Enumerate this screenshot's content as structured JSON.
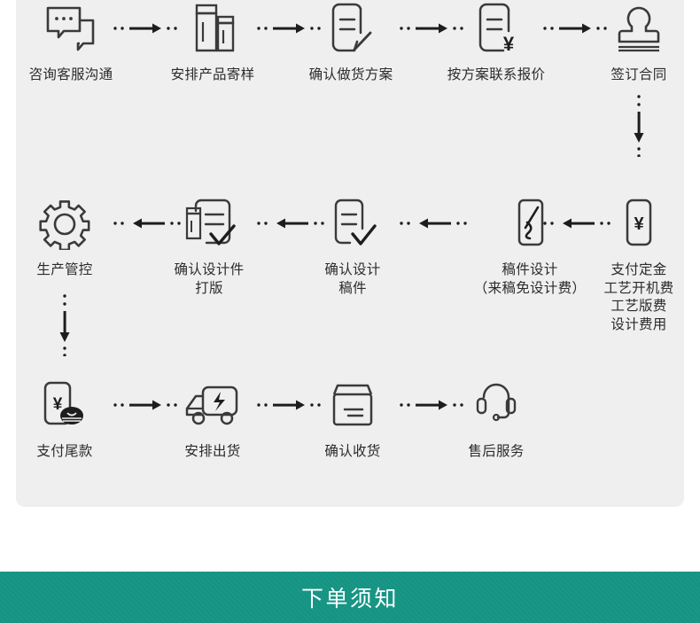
{
  "panel": {
    "background_color": "#efefef",
    "row1": {
      "steps": [
        {
          "icon": "chat-bubbles-icon",
          "label": "咨询客服沟通"
        },
        {
          "icon": "sample-bottles-icon",
          "label": "安排产品寄样"
        },
        {
          "icon": "document-pen-icon",
          "label": "确认做货方案"
        },
        {
          "icon": "document-yen-icon",
          "label": "按方案联系报价"
        },
        {
          "icon": "stamp-icon",
          "label": "签订合同"
        }
      ],
      "connectors": [
        "arrow-right-dotted",
        "arrow-right-dotted",
        "arrow-right-dotted",
        "arrow-right-dotted"
      ]
    },
    "row2": {
      "steps": [
        {
          "icon": "gear-icon",
          "label": "生产管控"
        },
        {
          "icon": "bottle-document-check-icon",
          "label": "确认设计件\n打版"
        },
        {
          "icon": "document-check-icon",
          "label": "确认设计\n稿件"
        },
        {
          "icon": "design-draft-icon",
          "label": "稿件设计\n（来稿免设计费）"
        },
        {
          "icon": "card-yen-icon",
          "label": "支付定金\n工艺开机费\n工艺版费\n设计费用"
        }
      ],
      "connectors": [
        "arrow-left-dotted",
        "arrow-left-dotted",
        "arrow-left-dotted",
        "arrow-left-dotted"
      ]
    },
    "row3": {
      "steps": [
        {
          "icon": "card-yen-coins-icon",
          "label": "支付尾款"
        },
        {
          "icon": "delivery-truck-icon",
          "label": "安排出货"
        },
        {
          "icon": "package-box-icon",
          "label": "确认收货"
        },
        {
          "icon": "headset-support-icon",
          "label": "售后服务"
        }
      ],
      "connectors": [
        "arrow-right-dotted",
        "arrow-right-dotted",
        "arrow-right-dotted"
      ]
    },
    "vertical_connectors": [
      {
        "name": "arrow-down-dotted-right",
        "position": "right"
      },
      {
        "name": "arrow-down-dotted-left",
        "position": "left"
      }
    ],
    "icon_stroke_color": "#3a3a3a",
    "label_color": "#2b2b2b"
  },
  "banner": {
    "title": "下单须知",
    "background_color": "#159484",
    "text_color": "#ffffff"
  }
}
